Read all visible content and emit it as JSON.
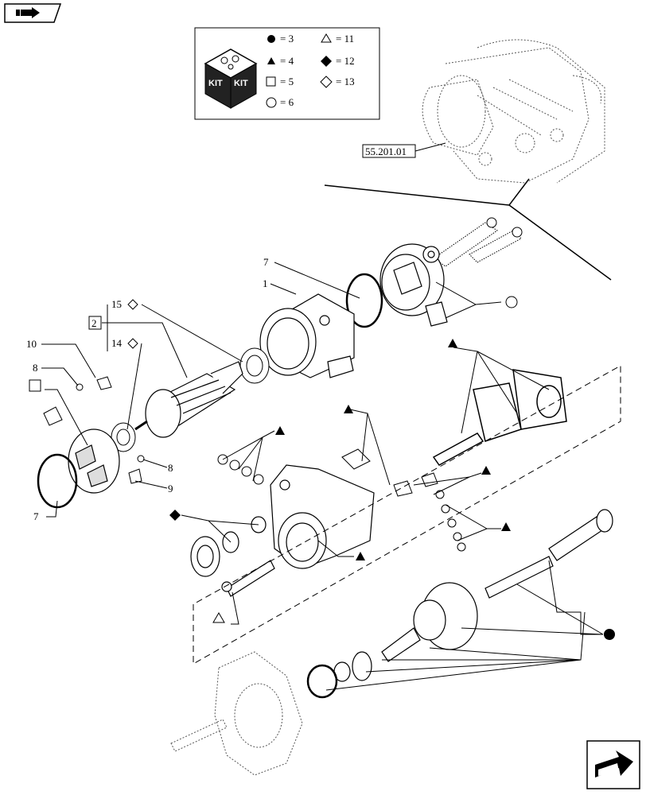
{
  "legend": [
    {
      "symbol": "dot",
      "text": "= 3"
    },
    {
      "symbol": "triangle-filled",
      "text": "= 4"
    },
    {
      "symbol": "square",
      "text": "= 5"
    },
    {
      "symbol": "circle",
      "text": "= 6"
    },
    {
      "symbol": "triangle-open",
      "text": "= 11"
    },
    {
      "symbol": "diamond-filled",
      "text": "= 12"
    },
    {
      "symbol": "diamond-open",
      "text": "= 13"
    }
  ],
  "kit_badge": "KIT",
  "reference_box": "55.201.01",
  "callouts": {
    "c1": "1",
    "c2": "2",
    "c7a": "7",
    "c7b": "7",
    "c8a": "8",
    "c8b": "8",
    "c9": "9",
    "c10": "10",
    "c14": "14",
    "c15": "15"
  },
  "colors": {
    "ink": "#000000",
    "paper": "#ffffff"
  },
  "icons": {
    "top_nav": "back-arrow-icon",
    "bottom_nav": "forward-arrow-icon"
  }
}
